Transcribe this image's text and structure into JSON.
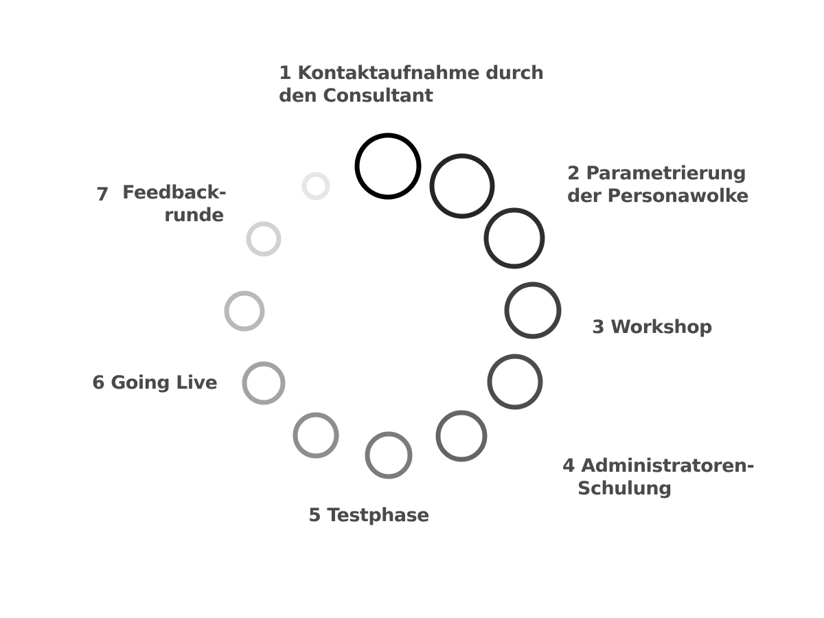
{
  "steps": [
    {
      "number": "1",
      "lines": [
        "Kontaktaufnahme durch",
        "den Consultant"
      ]
    },
    {
      "number": "2",
      "lines": [
        "Parametrierung",
        "der Personawolke"
      ]
    },
    {
      "number": "3",
      "lines": [
        "Workshop"
      ]
    },
    {
      "number": "4",
      "lines": [
        "Administratoren-",
        "Schulung"
      ]
    },
    {
      "number": "5",
      "lines": [
        "Testphase"
      ]
    },
    {
      "number": "6",
      "lines": [
        "Going Live"
      ]
    },
    {
      "number": "7",
      "lines": [
        "Feedback-",
        "runde"
      ]
    }
  ],
  "ring_colors": [
    "#000000",
    "#252525",
    "#2e2e2e",
    "#404040",
    "#4d4d4d",
    "#656565",
    "#7b7b7b",
    "#8e8e8e",
    "#a3a3a3",
    "#b9b9b9",
    "#d2d2d2",
    "#e6e6e6"
  ]
}
